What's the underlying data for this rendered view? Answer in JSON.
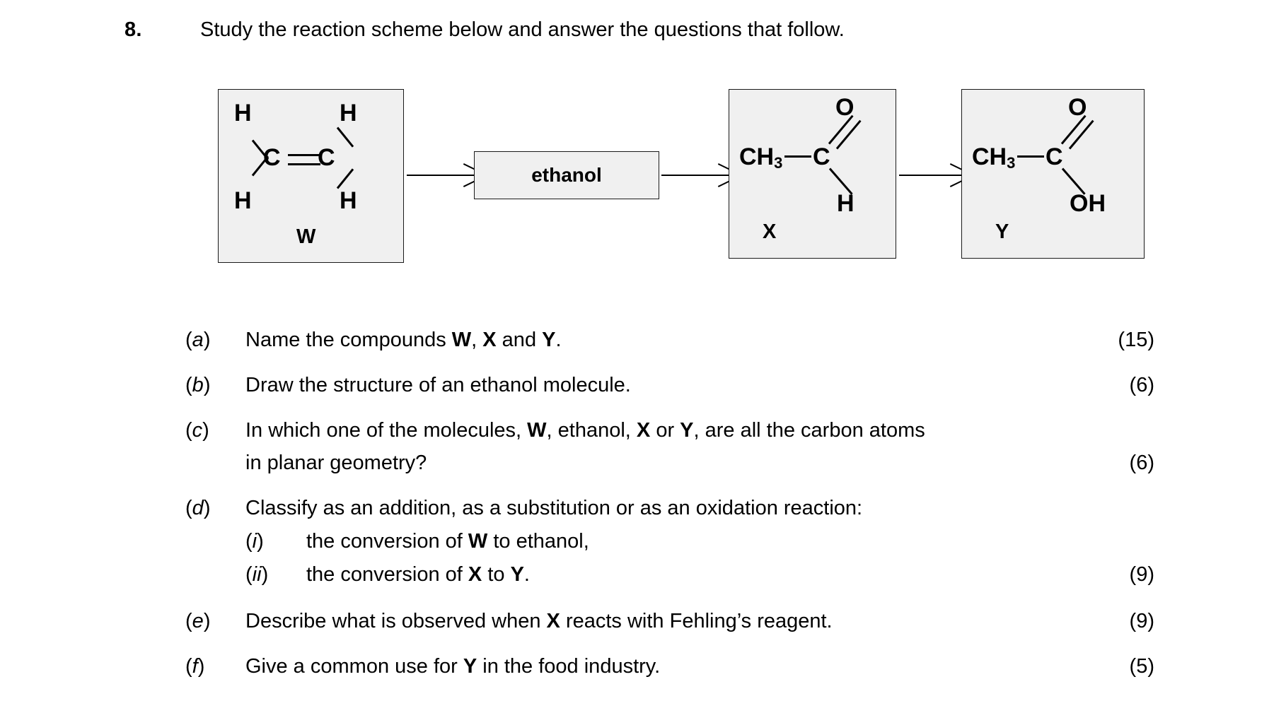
{
  "question": {
    "number": "8.",
    "stem": "Study the reaction scheme below and answer the questions that follow."
  },
  "scheme": {
    "compound_w": {
      "label": "W",
      "atoms": {
        "h_top_left": "H",
        "h_top_right": "H",
        "c_left": "C",
        "c_right": "C",
        "h_bottom_left": "H",
        "h_bottom_right": "H"
      },
      "bond_type": "double"
    },
    "reagent_box": {
      "label": "ethanol"
    },
    "compound_x": {
      "label": "X",
      "atoms": {
        "methyl": "CH",
        "methyl_sub": "3",
        "carbonyl_c": "C",
        "oxygen": "O",
        "hydrogen": "H"
      }
    },
    "compound_y": {
      "label": "Y",
      "atoms": {
        "methyl": "CH",
        "methyl_sub": "3",
        "carbonyl_c": "C",
        "oxygen": "O",
        "hydroxyl": "OH"
      }
    }
  },
  "parts": [
    {
      "marker_open": "(",
      "marker_letter": "a",
      "marker_close": ")",
      "text_1": "Name the compounds ",
      "bold_1": "W",
      "text_2": ", ",
      "bold_2": "X",
      "text_3": " and ",
      "bold_3": "Y",
      "text_4": ".",
      "marks": "(15)"
    },
    {
      "marker_open": "(",
      "marker_letter": "b",
      "marker_close": ")",
      "text_1": "Draw the structure of an ethanol molecule.",
      "marks": "(6)"
    },
    {
      "marker_open": "(",
      "marker_letter": "c",
      "marker_close": ")",
      "text_1": "In which one of the molecules, ",
      "bold_1": "W",
      "text_2": ", ethanol, ",
      "bold_2": "X",
      "text_3": " or ",
      "bold_3": "Y",
      "text_4": ", are all the carbon atoms",
      "line_2": "in planar geometry?",
      "marks": "(6)"
    },
    {
      "marker_open": "(",
      "marker_letter": "d",
      "marker_close": ")",
      "text_1": "Classify as an addition, as a substitution or as an oxidation reaction:",
      "marks": "(9)",
      "sub_parts": [
        {
          "marker_open": "(",
          "marker_letter": "i",
          "marker_close": ")",
          "text_1": "the conversion of ",
          "bold_1": "W",
          "text_2": " to ethanol,"
        },
        {
          "marker_open": "(",
          "marker_letter": "ii",
          "marker_close": ")",
          "text_1": "the conversion of ",
          "bold_1": "X",
          "text_2": " to ",
          "bold_2": "Y",
          "text_3": "."
        }
      ]
    },
    {
      "marker_open": "(",
      "marker_letter": "e",
      "marker_close": ")",
      "text_1": "Describe what is observed when ",
      "bold_1": "X",
      "text_2": " reacts with Fehling’s reagent.",
      "marks": "(9)"
    },
    {
      "marker_open": "(",
      "marker_letter": "f",
      "marker_close": ")",
      "text_1": "Give a common use for ",
      "bold_1": "Y",
      "text_2": " in the food industry.",
      "marks": "(5)"
    }
  ],
  "colors": {
    "box_fill": "#f0f0f0",
    "box_border": "#1a1a1a",
    "text": "#000000",
    "page_background": "#ffffff"
  }
}
